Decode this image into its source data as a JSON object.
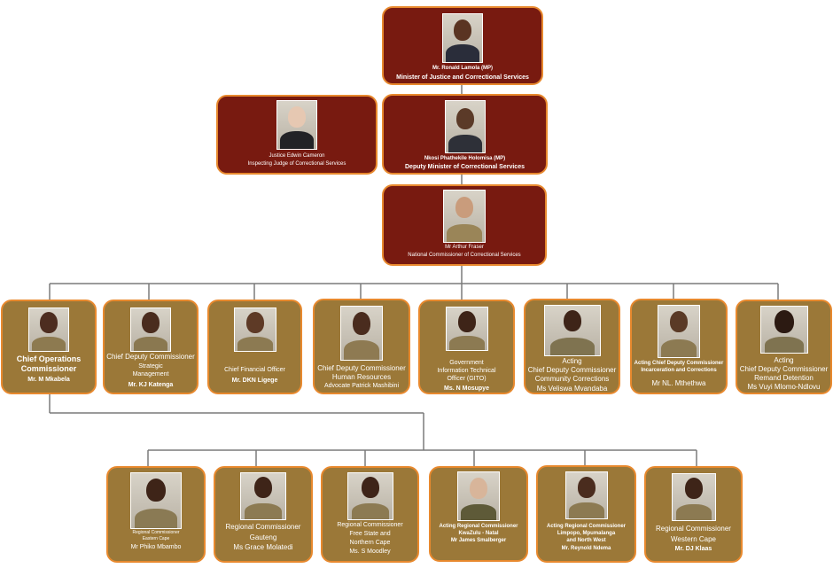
{
  "minister": {
    "name": "Mr. Ronald Lamola (MP)",
    "title": "Minister of Justice and Correctional Services"
  },
  "judge": {
    "name": "Justice Edwin Cameron",
    "title": "Inspecting Judge of Correctional Services"
  },
  "deputy_minister": {
    "name": "Nkosi Phathekile Holomisa (MP)",
    "title": "Deputy Minister of Correctional Services"
  },
  "national_commissioner": {
    "name": "Mr Arthur Fraser",
    "title": "National Commissioner of Correctional Services"
  },
  "row2": [
    {
      "line1": "Chief Operations",
      "line2": "Commissioner",
      "name": "Mr. M Mkabela"
    },
    {
      "line1": "Chief Deputy Commissioner",
      "line2": "Strategic",
      "line3": "Management",
      "name": "Mr. KJ Katenga"
    },
    {
      "line1": "Chief Financial Officer",
      "name": "Mr. DKN Ligege"
    },
    {
      "line1": "Chief Deputy Commissioner",
      "line2": "Human Resources",
      "name": "Advocate Patrick Mashibini"
    },
    {
      "line1": "Government",
      "line2": "Information Technical",
      "line3": "Officer (GITO)",
      "name": "Ms. N Mosupye"
    },
    {
      "line1": "Acting",
      "line2": "Chief Deputy Commissioner",
      "line3": "Community Corrections",
      "name": "Ms Veliswa Mvandaba"
    },
    {
      "line1": "Acting Chief Deputy Commissioner",
      "line2": "Incarceration and Corrections",
      "name": "Mr NL. Mthethwa"
    },
    {
      "line1": "Acting",
      "line2": "Chief Deputy Commissioner",
      "line3": "Remand Detention",
      "name": "Ms Vuyi Mlomo-Ndlovu"
    }
  ],
  "row3": [
    {
      "line1": "Regional Commissioner",
      "line2": "Eastern Cape",
      "name": "Mr Phiko Mbambo"
    },
    {
      "line1": "Regional Commissioner",
      "line2": "Gauteng",
      "name": "Ms Grace Molatedi"
    },
    {
      "line1": "Regional Commissioner",
      "line2": "Free State and",
      "line3": "Northern Cape",
      "name": "Ms. S Moodley"
    },
    {
      "line1": "Acting Regional Commissioner",
      "line2": "KwaZulu - Natal",
      "name": "Mr James Smalberger"
    },
    {
      "line1": "Acting Regional Commissioner",
      "line2": "Limpopo, Mpumalanga",
      "line3": "and North West",
      "name": "Mr. Reynold Ndema"
    },
    {
      "line1": "Regional Commissioner",
      "line2": "Western Cape",
      "name": "Mr. DJ Klaas"
    }
  ]
}
